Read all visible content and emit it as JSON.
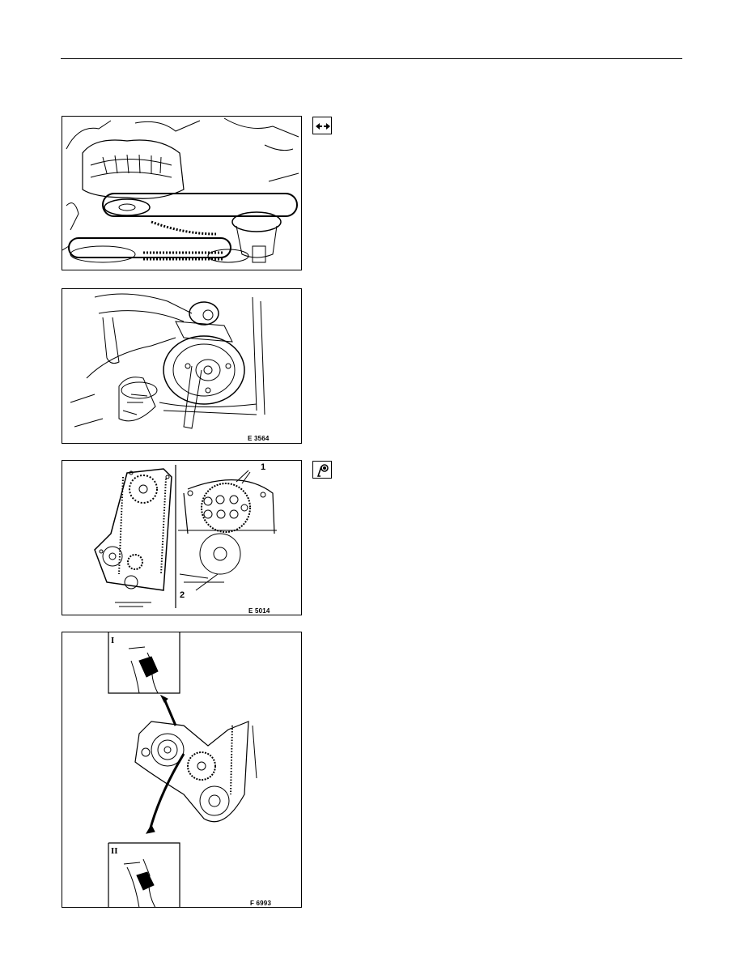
{
  "figures": [
    {
      "id": "fig1",
      "code": ""
    },
    {
      "id": "fig2",
      "code": "E 3564"
    },
    {
      "id": "fig3",
      "code": "E 5014",
      "callouts": [
        "1",
        "2"
      ]
    },
    {
      "id": "fig4",
      "code": "F 6993",
      "inset_labels": [
        "I",
        "II"
      ]
    }
  ],
  "side_icons": [
    {
      "name": "remove-refit-arrows-icon"
    },
    {
      "name": "special-tool-icon"
    }
  ]
}
